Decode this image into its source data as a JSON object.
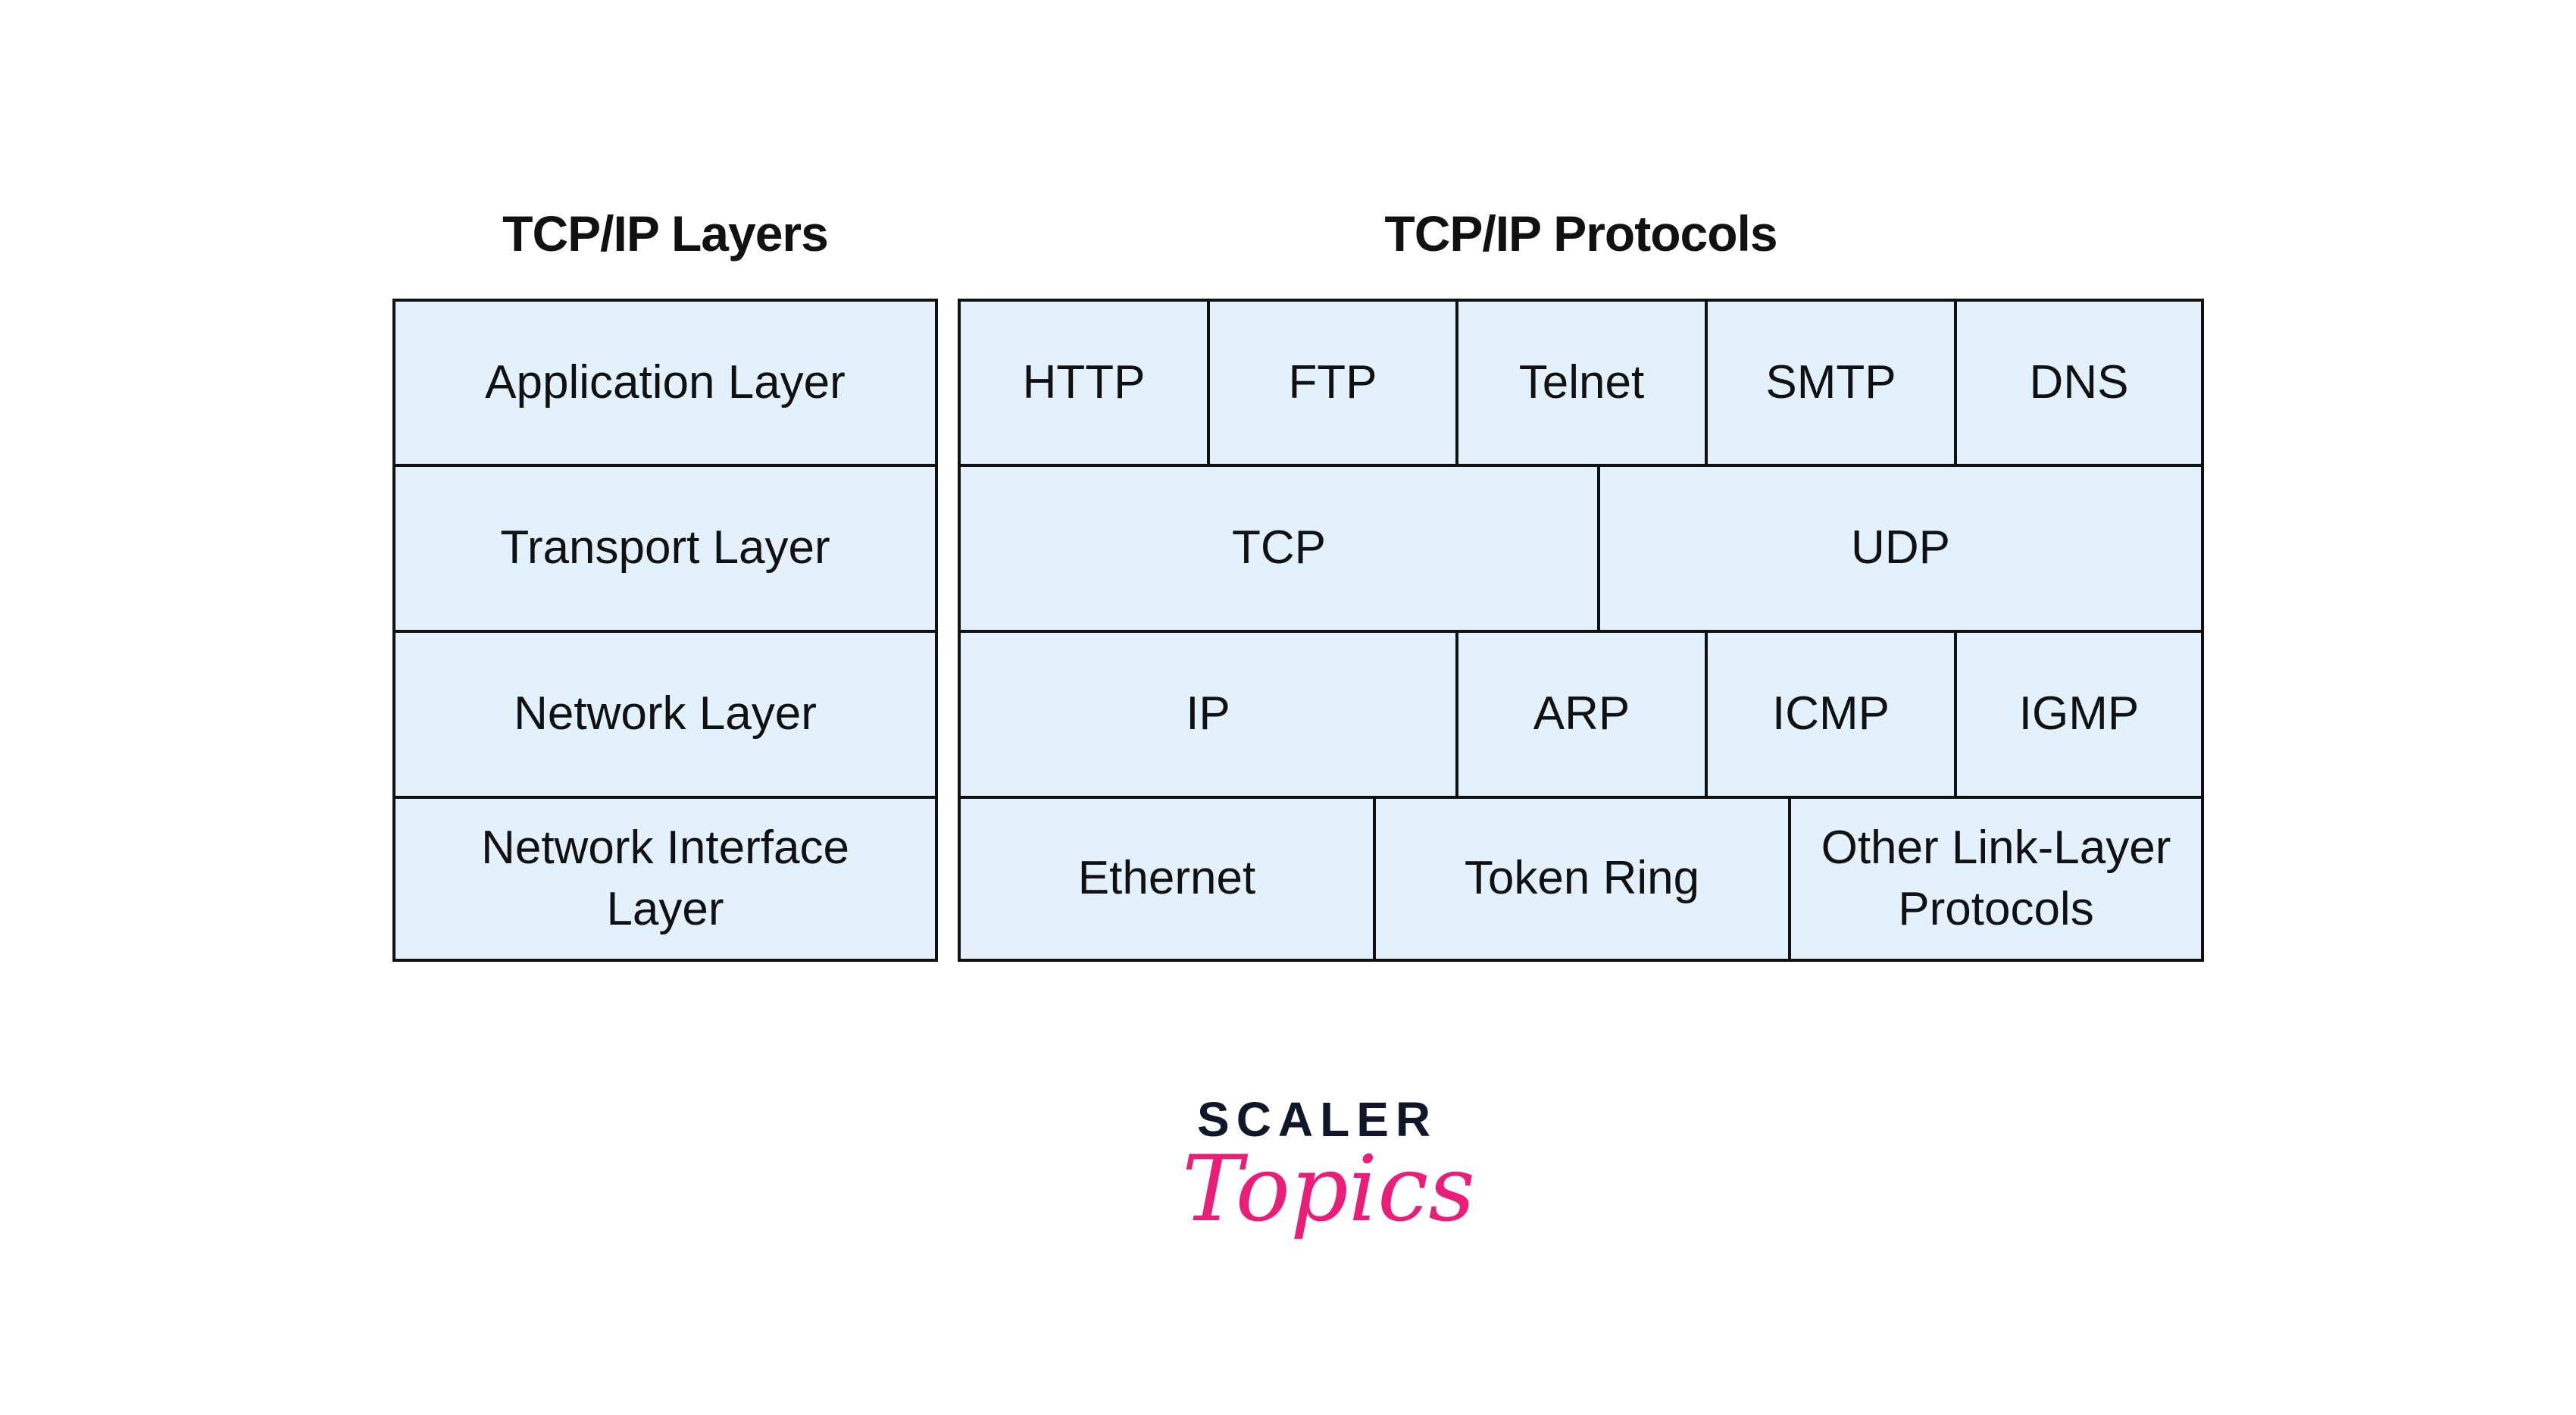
{
  "titles": {
    "layers": "TCP/IP Layers",
    "protocols": "TCP/IP Protocols"
  },
  "layers": [
    "Application Layer",
    "Transport Layer",
    "Network Layer",
    "Network Interface Layer"
  ],
  "protocols": {
    "application": [
      "HTTP",
      "FTP",
      "Telnet",
      "SMTP",
      "DNS"
    ],
    "transport": [
      "TCP",
      "UDP"
    ],
    "network": [
      "IP",
      "ARP",
      "ICMP",
      "IGMP"
    ],
    "link": [
      "Ethernet",
      "Token Ring",
      "Other Link-Layer Protocols"
    ]
  },
  "logo": {
    "brand": "SCALER",
    "sub": "Topics"
  },
  "colors": {
    "cell_fill": "#e3f1fd",
    "border": "#111111",
    "logo_dark": "#0f172a",
    "logo_pink": "#e91e78"
  }
}
